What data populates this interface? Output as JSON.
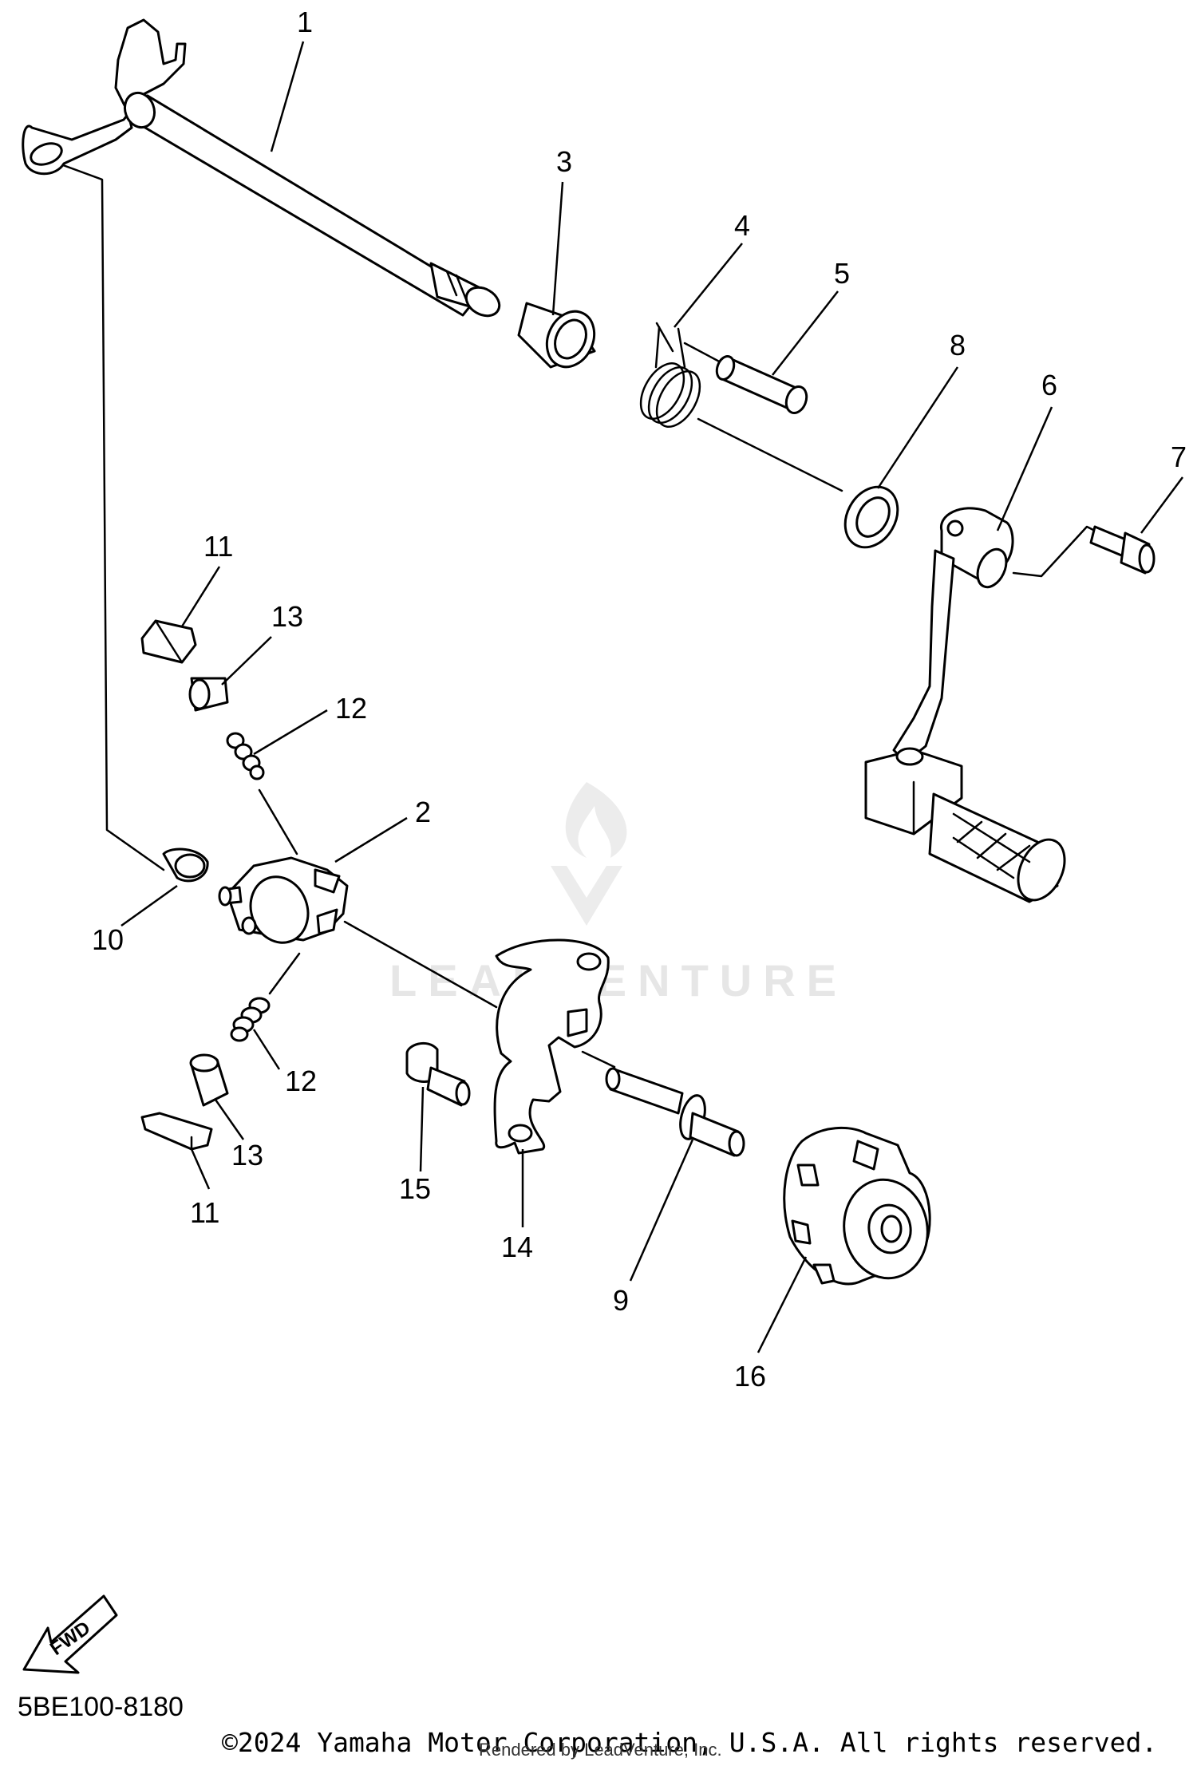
{
  "diagram": {
    "callouts": [
      {
        "id": "c1",
        "label": "1"
      },
      {
        "id": "c2",
        "label": "2"
      },
      {
        "id": "c3",
        "label": "3"
      },
      {
        "id": "c4",
        "label": "4"
      },
      {
        "id": "c5",
        "label": "5"
      },
      {
        "id": "c6",
        "label": "6"
      },
      {
        "id": "c7",
        "label": "7"
      },
      {
        "id": "c8",
        "label": "8"
      },
      {
        "id": "c9",
        "label": "9"
      },
      {
        "id": "c10",
        "label": "10"
      },
      {
        "id": "c11a",
        "label": "11"
      },
      {
        "id": "c11b",
        "label": "11"
      },
      {
        "id": "c12a",
        "label": "12"
      },
      {
        "id": "c12b",
        "label": "12"
      },
      {
        "id": "c13a",
        "label": "13"
      },
      {
        "id": "c13b",
        "label": "13"
      },
      {
        "id": "c14",
        "label": "14"
      },
      {
        "id": "c15",
        "label": "15"
      },
      {
        "id": "c16",
        "label": "16"
      }
    ],
    "fwd_label": "FWD",
    "diagram_code": "5BE100-8180"
  },
  "watermark": {
    "text": "LEADVENTURE",
    "logo": "leadventure-flame-logo"
  },
  "footer": {
    "copyright": "©2024 Yamaha Motor Corporation, U.S.A. All rights reserved.",
    "rendered_by": "Rendered by LeadVenture, Inc."
  },
  "colors": {
    "line": "#000000",
    "background": "#ffffff",
    "watermark": "#e6e6e6"
  }
}
